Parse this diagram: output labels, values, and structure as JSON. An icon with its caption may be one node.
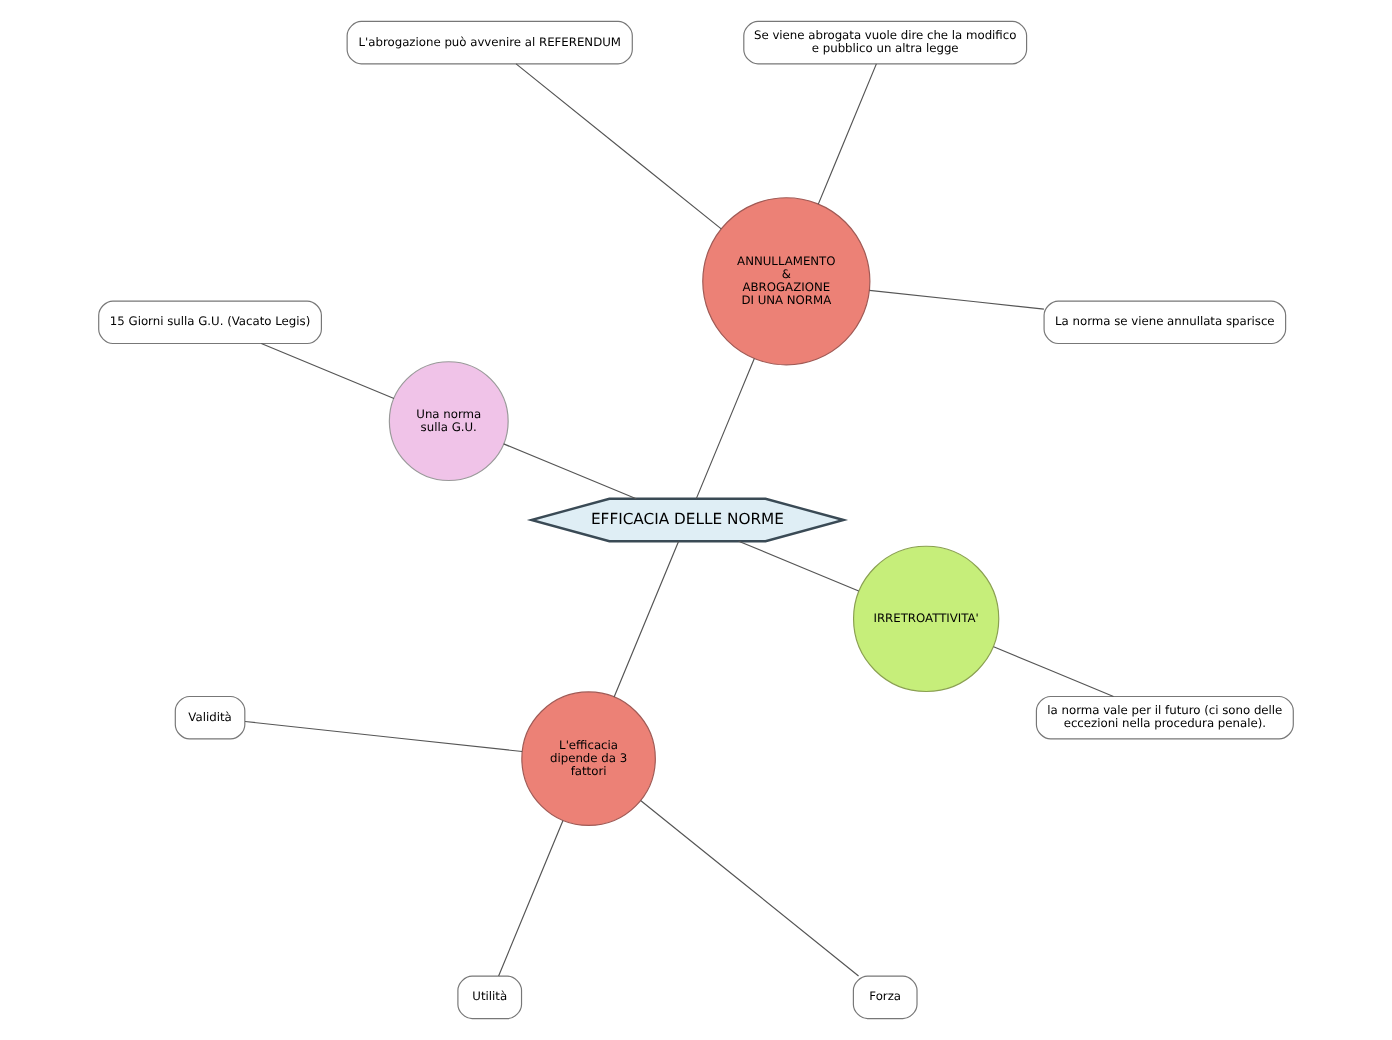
{
  "diagram": {
    "nodes": [
      {
        "text": [
          "EFFICACIA DELLE NORME"
        ]
      },
      {
        "text": [
          "ANNULLAMENTO & ABROGAZIONE DI UNA NORMA"
        ]
      },
      {
        "text": [
          "La norma se viene annullata sparisce"
        ]
      },
      {
        "text": [
          "Se viene abrogata vuole dire che la modifico e pubblico un altra legge"
        ]
      },
      {
        "text": [
          "L'abrogazione può avvenire al REFERENDUM"
        ]
      },
      {
        "text": [
          "Una norma sulla G.U."
        ]
      },
      {
        "text": [
          "15 Giorni sulla G.U. (Vacato Legis)"
        ]
      },
      {
        "text": [
          "L'efficacia dipende da 3 fattori"
        ]
      },
      {
        "text": [
          "Validità"
        ]
      },
      {
        "text": [
          "Utilità"
        ]
      },
      {
        "text": [
          "Forza"
        ]
      },
      {
        "text": [
          "IRRETROATTIVITA'"
        ]
      },
      {
        "text": [
          "la norma vale per il futuro (ci sono delle eccezioni nella procedura penale)."
        ]
      }
    ],
    "edges": [
      {
        "from": 0,
        "to": 1,
        "arrow": "none"
      },
      {
        "from": 1,
        "to": 2,
        "arrow": "none"
      },
      {
        "from": 1,
        "to": 3,
        "arrow": "none"
      },
      {
        "from": 1,
        "to": 4,
        "arrow": "none"
      },
      {
        "from": 0,
        "to": 5,
        "arrow": "none"
      },
      {
        "from": 5,
        "to": 6,
        "arrow": "none"
      },
      {
        "from": 0,
        "to": 7,
        "arrow": "none"
      },
      {
        "from": 7,
        "to": 8,
        "arrow": "none"
      },
      {
        "from": 7,
        "to": 9,
        "arrow": "none"
      },
      {
        "from": 7,
        "to": 10,
        "arrow": "none"
      },
      {
        "from": 0,
        "to": 11,
        "arrow": "none"
      },
      {
        "from": 11,
        "to": 12,
        "arrow": "none"
      }
    ]
  }
}
